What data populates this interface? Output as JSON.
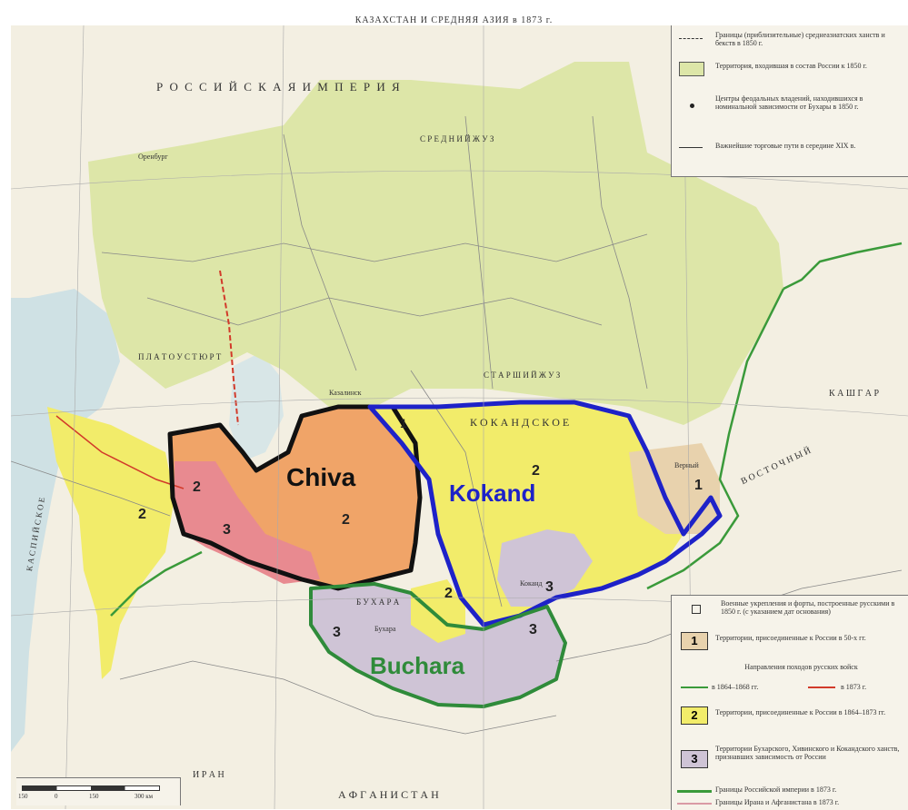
{
  "title": "КАЗАХСТАН И СРЕДНЯЯ АЗИЯ в 1873 г.",
  "overlay_labels": {
    "chiva": "Chiva",
    "kokand": "Kokand",
    "buchara": "Buchara"
  },
  "legend_top": {
    "line1": "Границы (приблизительные) среднеазиатских ханств и бекств в 1850 г.",
    "line2": "Территория, входившая в состав России к 1850 г.",
    "line3": "Центры феодальных владений, находившихся в номинальной зависимости от Бухары в 1850 г.",
    "line4": "Важнейшие торговые пути в середине XIX в."
  },
  "legend_bottom": {
    "forts": "Военные укрепления и форты, построенные русскими в 1850 г. (с указанием дат основания)",
    "item1_num": "1",
    "item1_text": "Территории, присоединенные к России в 50-х гг.",
    "directions": "Направления походов русских войск",
    "dir1": "в 1864–1868 гг.",
    "dir2": "в 1873 г.",
    "item2_num": "2",
    "item2_text": "Территории, присоединенные к России в 1864–1873 гг.",
    "item3_num": "3",
    "item3_text": "Территории Бухарского, Хивинского и Кокандского ханств, признавших зависимость от России",
    "border1": "Границы Российской империи в 1873 г.",
    "border2": "Границы Ирана и Афганистана в 1873 г."
  },
  "region_numbers": {
    "chiva_2a": "2",
    "chiva_3": "3",
    "chiva_2b": "2",
    "kokand_1a": "1",
    "kokand_2": "2",
    "kokand_1b": "1",
    "kokand_3": "3",
    "bukhara_2": "2",
    "bukhara_3a": "3",
    "bukhara_3b": "3",
    "west_2": "2"
  },
  "place_labels": {
    "rossiyskaya_imperiya": "Р О С С И Й С К А Я   И М П Е Р И Я",
    "kokandskoe": "К О К А Н Д С К О Е",
    "ustyurt": "П Л А Т О  У С Т Ю Р Т",
    "srednyaya_zhuz": "С Р Е Д Н И Й  Ж У З",
    "starshiy_zhuz": "С Т А Р Ш И Й  Ж У З",
    "kaspiyskoe": "К А С П И Й С К О Е",
    "afganistan": "А Ф Г А Н И С Т А Н",
    "iran": "И Р А Н",
    "kashgar": "К А Ш Г А Р",
    "vostochnyy": "В О С Т О Ч Н Ы Й",
    "buhara": "Б У Х А Р А",
    "kokand_city": "Коканд",
    "bukhara_city": "Бухара",
    "vernyy": "Верный",
    "kazalinsk": "Казалинск",
    "orenburg": "Оренбург"
  },
  "scale": {
    "t0": "150",
    "t1": "0",
    "t2": "150",
    "t3": "300 км"
  },
  "colors": {
    "russia_green": "#dde6a8",
    "added_yellow": "#f2ec6a",
    "chiva_orange": "#f0a468",
    "chiva_pink": "#e88a90",
    "protect_lilac": "#cfc4d6",
    "tan": "#e8d2ad",
    "sea": "#cfe1e4",
    "border_green": "#3a9a3a",
    "kokand_blue": "#1e22c8",
    "chiva_black": "#111111",
    "buchara_green": "#2f8b3a"
  }
}
